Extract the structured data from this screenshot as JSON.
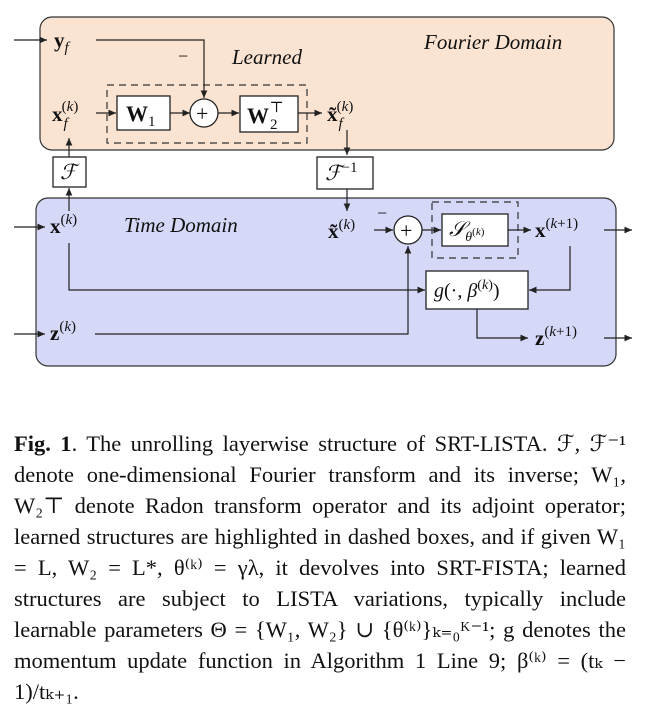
{
  "diagram": {
    "fourier_domain_label": "Fourier Domain",
    "time_domain_label": "Time Domain",
    "learned_label": "Learned",
    "minus_sign": "−",
    "plus_sign": "+",
    "colors": {
      "fourier_fill": "#fbe3d1",
      "time_fill": "#d6d8f8",
      "stroke": "#333333"
    }
  },
  "caption": {
    "fig_label": "Fig. 1",
    "text": ". The unrolling layerwise structure of SRT-LISTA. ℱ, ℱ⁻¹ denote one-dimensional Fourier transform and its inverse; W₁, W₂⊤ denote Radon transform operator and its adjoint operator; learned structures are highlighted in dashed boxes, and if given W₁ = L, W₂ = L*, θ⁽ᵏ⁾ = γλ, it devolves into SRT-FISTA; learned structures are subject to LISTA variations, typically include learnable parameters Θ = {W₁, W₂} ∪ {θ⁽ᵏ⁾}ₖ₌₀ᴷ⁻¹; g denotes the momentum update function in Algorithm 1 Line 9; β⁽ᵏ⁾ = (tₖ − 1)/tₖ₊₁."
  }
}
